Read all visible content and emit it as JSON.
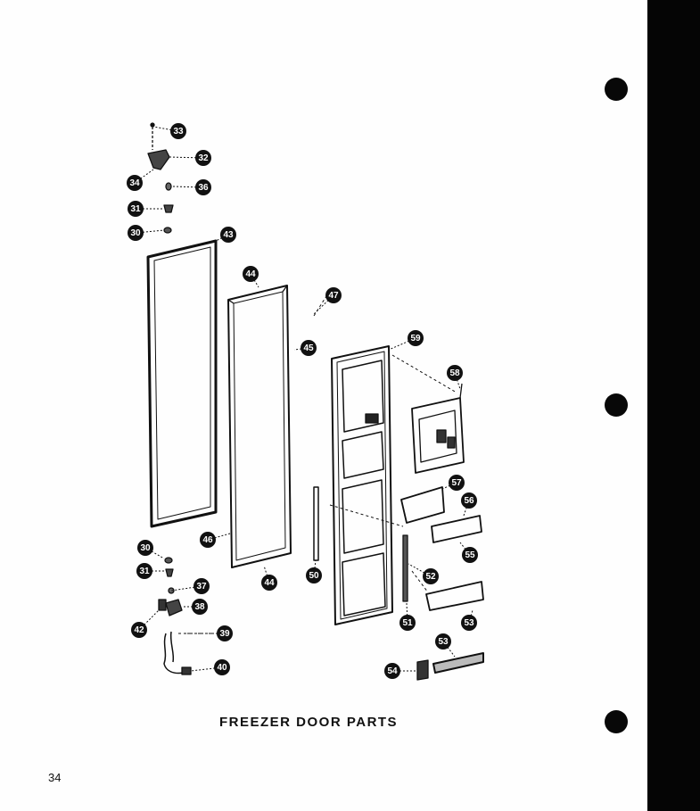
{
  "title": "FREEZER DOOR PARTS",
  "page_number": "34",
  "callouts": [
    "33",
    "32",
    "34",
    "36",
    "31",
    "30",
    "43",
    "44",
    "47",
    "45",
    "59",
    "58",
    "57",
    "56",
    "55",
    "52",
    "53",
    "51",
    "50",
    "46",
    "44",
    "30",
    "31",
    "37",
    "38",
    "42",
    "39",
    "40",
    "53",
    "54"
  ]
}
